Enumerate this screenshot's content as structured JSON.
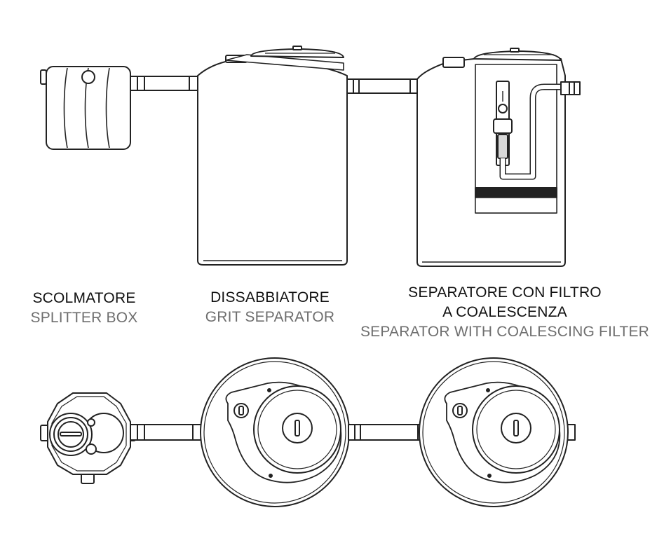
{
  "components": {
    "splitter_box": {
      "title_it": "SCOLMATORE",
      "title_en": "SPLITTER BOX"
    },
    "grit_separator": {
      "title_it": "DISSABBIATORE",
      "title_en": "GRIT SEPARATOR"
    },
    "coalescing_separator": {
      "title_it_line1": "SEPARATORE CON FILTRO",
      "title_it_line2": "A COALESCENZA",
      "title_en": "SEPARATOR WITH COALESCING FILTER"
    }
  }
}
